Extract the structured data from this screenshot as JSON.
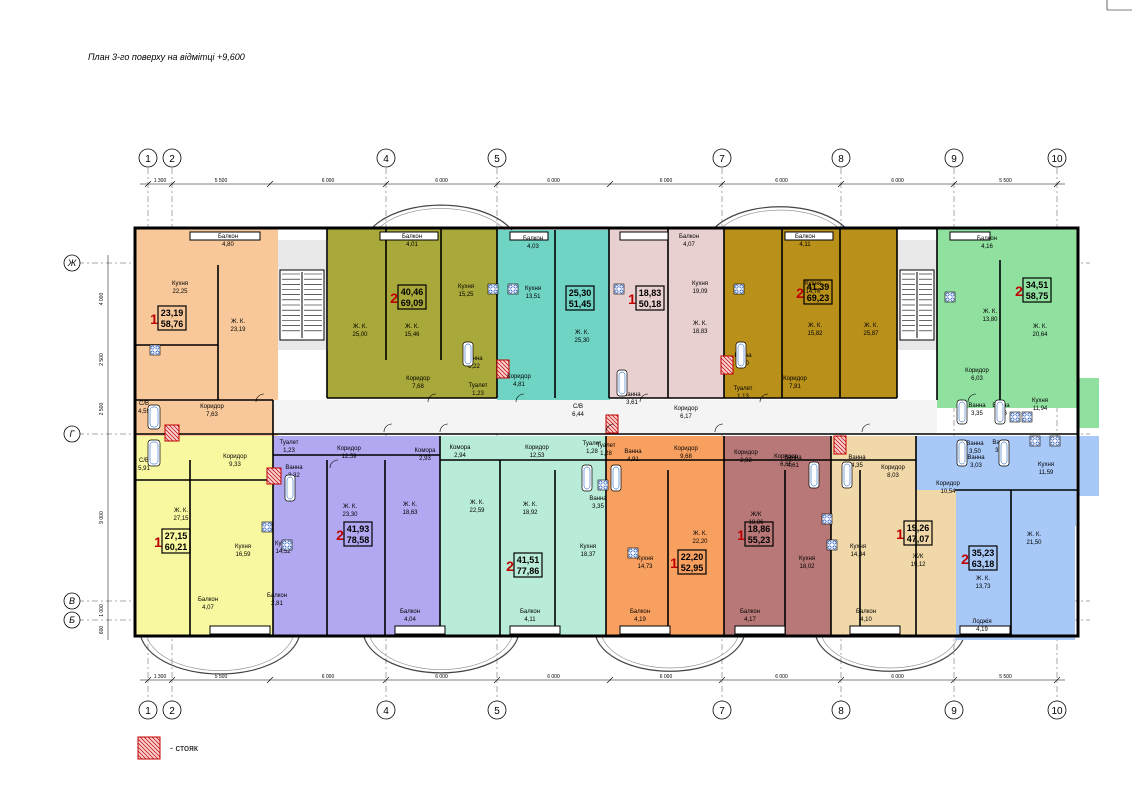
{
  "title": "План 3-го поверху на відмітці +9,600",
  "legend": {
    "label": "- стояк"
  },
  "axes": {
    "columns": [
      "1",
      "2",
      "4",
      "5",
      "7",
      "8",
      "9",
      "10"
    ],
    "rows": [
      "Ж",
      "Г",
      "В",
      "Б"
    ],
    "dims_top": [
      "1 300",
      "5 500",
      "6 000",
      "6 000",
      "6 000",
      "6 000",
      "6 000",
      "6 000",
      "5 500"
    ],
    "dims_left": [
      "4 000",
      "2 500",
      "2 500",
      "9 000",
      "1 000",
      "600"
    ]
  },
  "colors": {
    "peach": "#f8c89a",
    "olive": "#a9a83a",
    "teal": "#6fd4c4",
    "pink": "#e8d0d0",
    "gold": "#b8901a",
    "green": "#90e0a0",
    "yellow": "#f8f8a0",
    "lavender": "#b0a8f0",
    "mint": "#b8ecd8",
    "orange": "#f8a060",
    "rose": "#b87878",
    "tan": "#f0d8a8",
    "blue": "#a8c8f8",
    "gray": "#e8e8e8"
  },
  "apartments": [
    {
      "rooms": "1",
      "living": "23,19",
      "total": "58,76"
    },
    {
      "rooms": "2",
      "living": "40,46",
      "total": "69,09"
    },
    {
      "rooms": "",
      "living": "25,30",
      "total": "51,45"
    },
    {
      "rooms": "1",
      "living": "18,83",
      "total": "50,18"
    },
    {
      "rooms": "2",
      "living": "41,39",
      "total": "69,23"
    },
    {
      "rooms": "2",
      "living": "34,51",
      "total": "58,75"
    },
    {
      "rooms": "1",
      "living": "27,15",
      "total": "60,21"
    },
    {
      "rooms": "2",
      "living": "41,93",
      "total": "78,58"
    },
    {
      "rooms": "2",
      "living": "41,51",
      "total": "77,86"
    },
    {
      "rooms": "1",
      "living": "22,20",
      "total": "52,95"
    },
    {
      "rooms": "1",
      "living": "18,86",
      "total": "55,23"
    },
    {
      "rooms": "1",
      "living": "19,26",
      "total": "47,07"
    },
    {
      "rooms": "2",
      "living": "35,23",
      "total": "63,18"
    }
  ],
  "rooms": [
    {
      "name": "Балкон",
      "area": "4,80"
    },
    {
      "name": "Кухня",
      "area": "22,25"
    },
    {
      "name": "Ж. К.",
      "area": "23,19"
    },
    {
      "name": "С/В",
      "area": "4,59"
    },
    {
      "name": "Коридор",
      "area": "7,63"
    },
    {
      "name": "С/В",
      "area": "5,91"
    },
    {
      "name": "Коридор",
      "area": "9,33"
    },
    {
      "name": "Ж. К.",
      "area": "27,15"
    },
    {
      "name": "Кухня",
      "area": "16,59"
    },
    {
      "name": "Балкон",
      "area": "4,07"
    },
    {
      "name": "Балкон",
      "area": "4,01"
    },
    {
      "name": "Ж. К.",
      "area": "25,00"
    },
    {
      "name": "Ж. К.",
      "area": "15,46"
    },
    {
      "name": "Кухня",
      "area": "15,25"
    },
    {
      "name": "Ванна",
      "area": "3,22"
    },
    {
      "name": "Коридор",
      "area": "7,68"
    },
    {
      "name": "Туалет",
      "area": "1,23"
    },
    {
      "name": "Балкон",
      "area": "4,03"
    },
    {
      "name": "Кухня",
      "area": "13,51"
    },
    {
      "name": "Ж. К.",
      "area": "25,30"
    },
    {
      "name": "Коридор",
      "area": "4,81"
    },
    {
      "name": "С/В",
      "area": "6,44"
    },
    {
      "name": "Балкон",
      "area": "4,07"
    },
    {
      "name": "Кухня",
      "area": "19,09"
    },
    {
      "name": "Ж. К.",
      "area": "18,83"
    },
    {
      "name": "Ванна",
      "area": "3,61"
    },
    {
      "name": "Коридор",
      "area": "6,17"
    },
    {
      "name": "Балкон",
      "area": "4,11"
    },
    {
      "name": "Кухня",
      "area": "14,70"
    },
    {
      "name": "Ж. К.",
      "area": "15,82"
    },
    {
      "name": "Ж. К.",
      "area": "25,87"
    },
    {
      "name": "Ванна",
      "area": "3,60"
    },
    {
      "name": "Коридор",
      "area": "7,81"
    },
    {
      "name": "Туалет",
      "area": "1,13"
    },
    {
      "name": "Балкон",
      "area": "4,16"
    },
    {
      "name": "Ж. К.",
      "area": "13,80"
    },
    {
      "name": "Ж. К.",
      "area": "20,64"
    },
    {
      "name": "Коридор",
      "area": "6,03"
    },
    {
      "name": "Ванна",
      "area": "3,35"
    },
    {
      "name": "Кухня",
      "area": "11,94"
    },
    {
      "name": "Туалет",
      "area": "1,23"
    },
    {
      "name": "Ванна",
      "area": "3,32"
    },
    {
      "name": "Коридор",
      "area": "12,59"
    },
    {
      "name": "Комора",
      "area": "2,93"
    },
    {
      "name": "Кухня",
      "area": "14,52"
    },
    {
      "name": "Ж. К.",
      "area": "23,30"
    },
    {
      "name": "Ж. К.",
      "area": "18,63"
    },
    {
      "name": "Балкон",
      "area": "2,81"
    },
    {
      "name": "Балкон",
      "area": "4,04"
    },
    {
      "name": "Комора",
      "area": "2,94"
    },
    {
      "name": "Коридор",
      "area": "12,53"
    },
    {
      "name": "Ж. К.",
      "area": "22,59"
    },
    {
      "name": "Ж. К.",
      "area": "18,92"
    },
    {
      "name": "Кухня",
      "area": "18,37"
    },
    {
      "name": "Ванна",
      "area": "3,35"
    },
    {
      "name": "Балкон",
      "area": "4,11"
    },
    {
      "name": "Туалет",
      "area": "1,28"
    },
    {
      "name": "Ванна",
      "area": "4,91"
    },
    {
      "name": "Коридор",
      "area": "9,68"
    },
    {
      "name": "Кухня",
      "area": "14,73"
    },
    {
      "name": "Ж. К.",
      "area": "22,20"
    },
    {
      "name": "Балкон",
      "area": "4,19"
    },
    {
      "name": "Коридор",
      "area": "2,92"
    },
    {
      "name": "Коридор",
      "area": "6,65"
    },
    {
      "name": "Ж/К",
      "area": "18,86"
    },
    {
      "name": "Кухня",
      "area": "18,02"
    },
    {
      "name": "Балкон",
      "area": "4,17"
    },
    {
      "name": "Ванна",
      "area": "4,61"
    },
    {
      "name": "Ванна",
      "area": "4,35"
    },
    {
      "name": "Коридор",
      "area": "8,03"
    },
    {
      "name": "Кухня",
      "area": "14,34"
    },
    {
      "name": "Ж/К",
      "area": "19,12"
    },
    {
      "name": "Балкон",
      "area": "4,10"
    },
    {
      "name": "Ванна",
      "area": "3,03"
    },
    {
      "name": "Коридор",
      "area": "10,54"
    },
    {
      "name": "Кухня",
      "area": "11,59"
    },
    {
      "name": "Ж. К.",
      "area": "13,73"
    },
    {
      "name": "Ж. К.",
      "area": "21,50"
    },
    {
      "name": "Лоджія",
      "area": "4,19"
    },
    {
      "name": "Ванна",
      "area": "3,56"
    },
    {
      "name": "Ванна",
      "area": "3,33"
    },
    {
      "name": "Ванна",
      "area": "3,50"
    },
    {
      "name": "Туалет",
      "area": "1,28"
    }
  ]
}
